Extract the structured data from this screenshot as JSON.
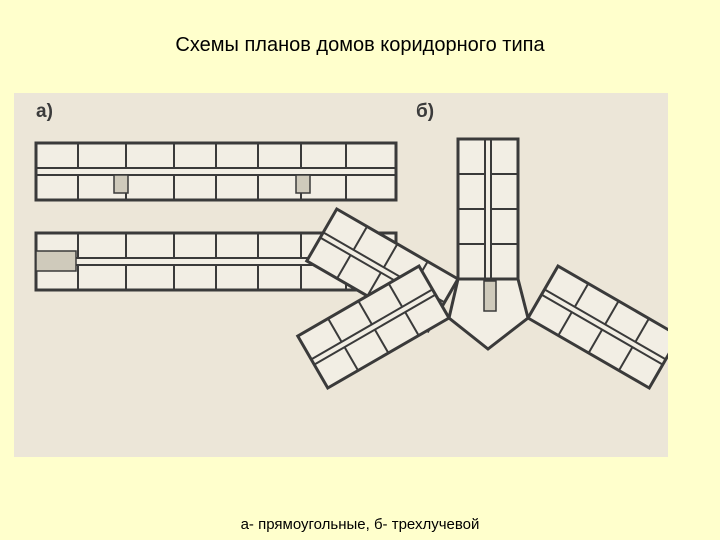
{
  "title": "Схемы планов домов коридорного типа",
  "caption": "а- прямоугольные, б- трехлучевой",
  "figure": {
    "label_a": "а)",
    "label_b": "б)",
    "colors": {
      "background": "#ffffcc",
      "figure_bg": "#ece6d8",
      "lines": "#3a3a3a"
    }
  }
}
